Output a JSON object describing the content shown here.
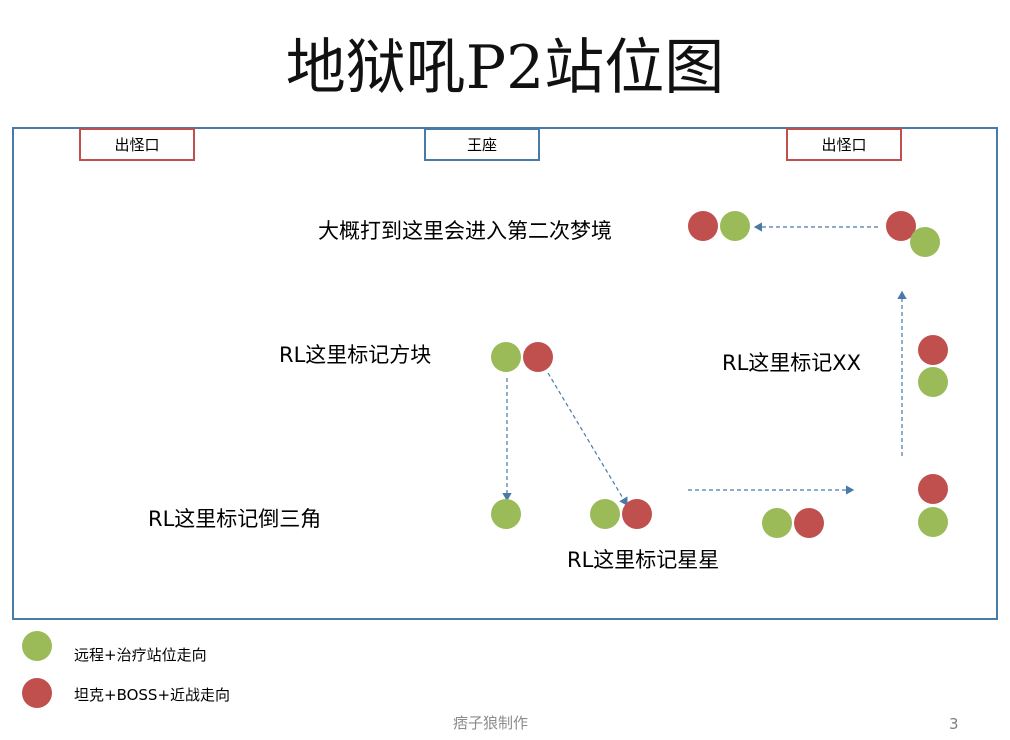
{
  "title": "地狱吼P2站位图",
  "labels": {
    "exit_left": "出怪口",
    "throne": "王座",
    "exit_right": "出怪口"
  },
  "notes": {
    "dream": "大概打到这里会进入第二次梦境",
    "square": "RL这里标记方块",
    "xx": "RL这里标记XX",
    "triangle": "RL这里标记倒三角",
    "star": "RL这里标记星星"
  },
  "legend": {
    "green_label": "远程+治疗站位走向",
    "red_label": "坦克+BOSS+近战走向",
    "green_color": "#9bbb59",
    "red_color": "#c0504d"
  },
  "footer": {
    "author": "痞子狼制作",
    "page_number": "3"
  }
}
